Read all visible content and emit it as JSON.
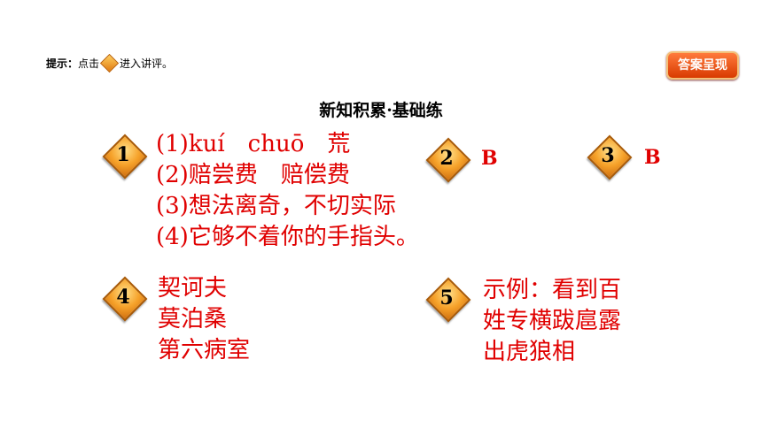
{
  "hint": {
    "label": "提示：",
    "text_before": "点击",
    "text_after": "进入讲评。"
  },
  "answer_button": "答案呈现",
  "section_title": "新知积累·基础练",
  "items": [
    {
      "number": "1",
      "lines": [
        "(1)kuí　chuō　荒",
        "(2)赔尝费　赔偿费",
        "(3)想法离奇，不切实际",
        "(4)它够不着你的手指头。"
      ]
    },
    {
      "number": "2",
      "answer": "B"
    },
    {
      "number": "3",
      "answer": "B"
    },
    {
      "number": "4",
      "lines": [
        "契诃夫",
        "莫泊桑",
        "第六病室"
      ]
    },
    {
      "number": "5",
      "lines": [
        "示例：看到百",
        "姓专横跋扈露",
        "出虎狼相"
      ]
    }
  ],
  "colors": {
    "answer_text": "#e00000",
    "badge": "#f6a22a",
    "button": "#e04a10"
  }
}
